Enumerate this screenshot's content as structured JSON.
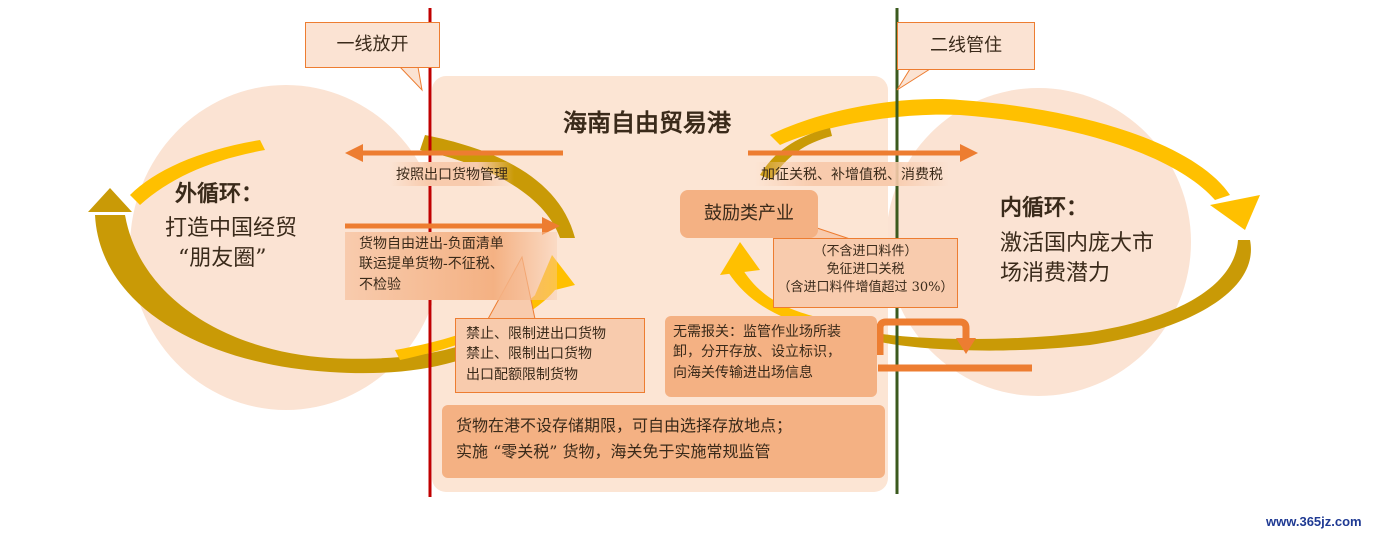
{
  "colors": {
    "first_line": "#c00000",
    "second_line": "#3b5a1e",
    "accent": "#ed7d31",
    "fill": "#fbe3d3",
    "gold": "#c99a06",
    "yellow": "#ffc000"
  },
  "callouts": {
    "first_line": "一线放开",
    "second_line": "二线管住"
  },
  "title": "海南自由贸易港",
  "outer": {
    "heading": "外循环：",
    "lines": [
      "打造中国经贸",
      "“朋友圈”"
    ]
  },
  "inner": {
    "heading": "内循环：",
    "lines": [
      "激活国内庞大市",
      "场消费潜力"
    ]
  },
  "export_arrow_label": "按照出口货物管理",
  "import_box": {
    "lines": [
      "货物自由进出-负面清单",
      "联运提单货物-不征税、",
      "不检验"
    ]
  },
  "restrict_box": {
    "lines": [
      "禁止、限制进出口货物",
      "禁止、限制出口货物",
      "出口配额限制货物"
    ]
  },
  "tax_arrow_label": "加征关税、补增值税、消费税",
  "industry_box": "鼓励类产业",
  "exempt_box": {
    "lines": [
      "（不含进口料件）",
      "免征进口关税",
      "（含进口料件增值超过 30%）"
    ]
  },
  "no_declare_box": {
    "lines": [
      "无需报关：监管作业场所装",
      "卸，分开存放、设立标识，",
      "向海关传输进出场信息"
    ]
  },
  "bottom_box": {
    "lines": [
      "货物在港不设存储期限，可自由选择存放地点；",
      "实施 “零关税” 货物，海关免于实施常规监管"
    ]
  },
  "watermark": "www.365jz.com"
}
